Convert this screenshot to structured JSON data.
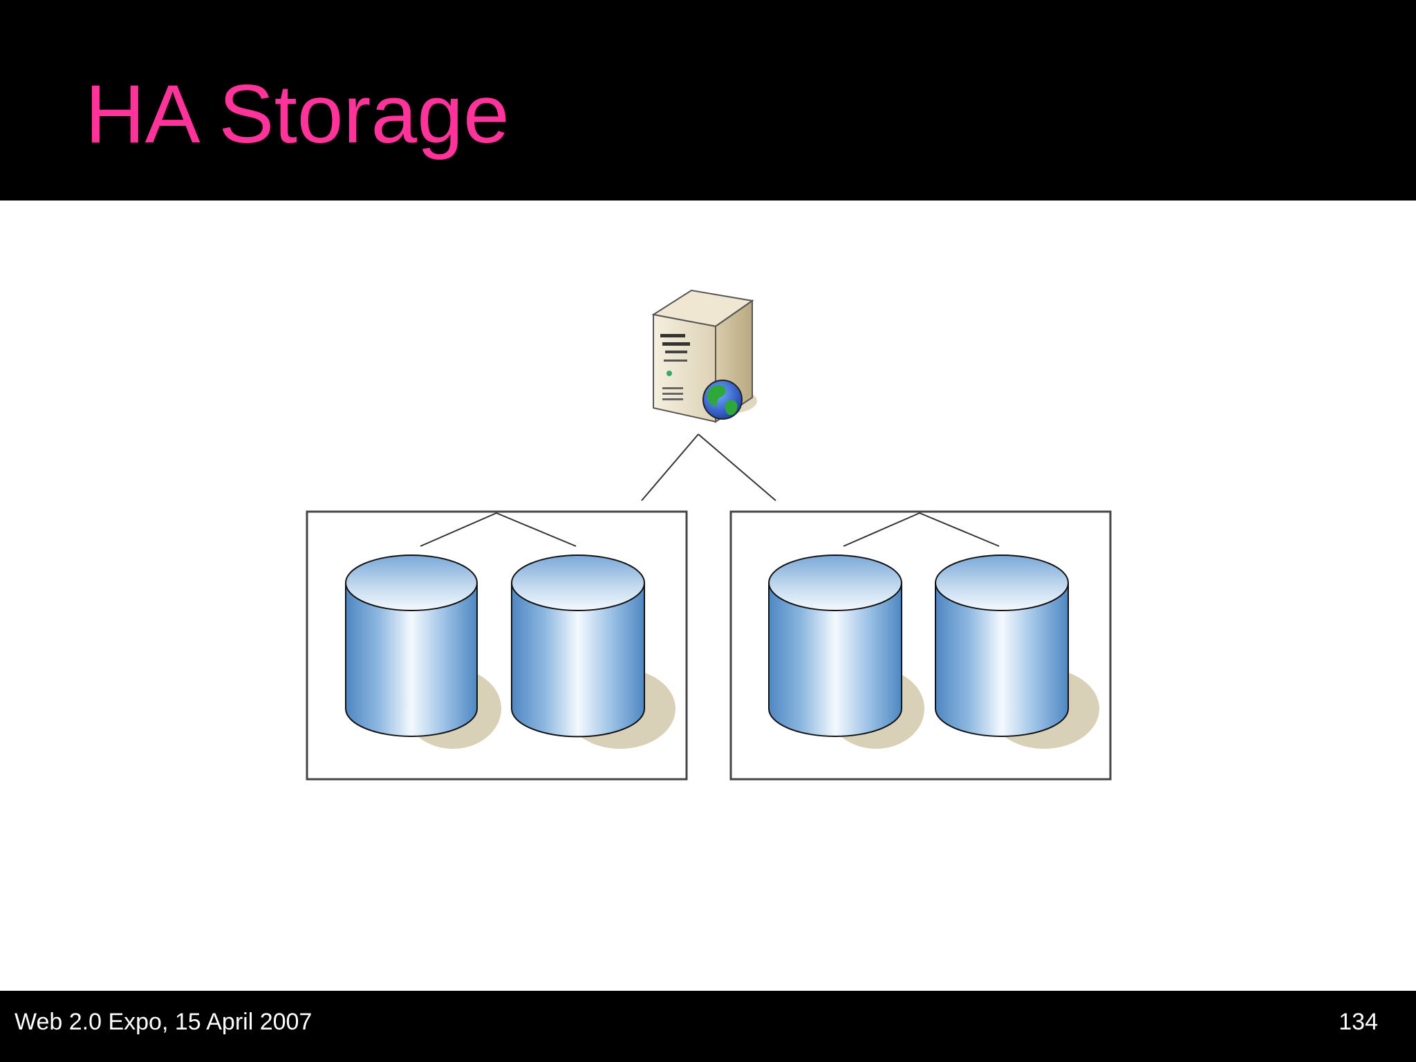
{
  "slide": {
    "title": "HA Storage",
    "footer_left": "Web 2.0 Expo, 15 April 2007",
    "page_number": "134"
  },
  "colors": {
    "title": "#ff3399",
    "bar_background": "#000000",
    "footer_text": "#ffffff",
    "disk_blue": "#5b9bd5",
    "disk_shadow": "#d9d0b8",
    "server_beige": "#e8dfc8"
  },
  "diagram": {
    "server": {
      "icon": "web-server-icon"
    },
    "storage_groups": [
      {
        "disks": [
          {
            "icon": "disk-cylinder-icon"
          },
          {
            "icon": "disk-cylinder-icon"
          }
        ]
      },
      {
        "disks": [
          {
            "icon": "disk-cylinder-icon"
          },
          {
            "icon": "disk-cylinder-icon"
          }
        ]
      }
    ]
  }
}
